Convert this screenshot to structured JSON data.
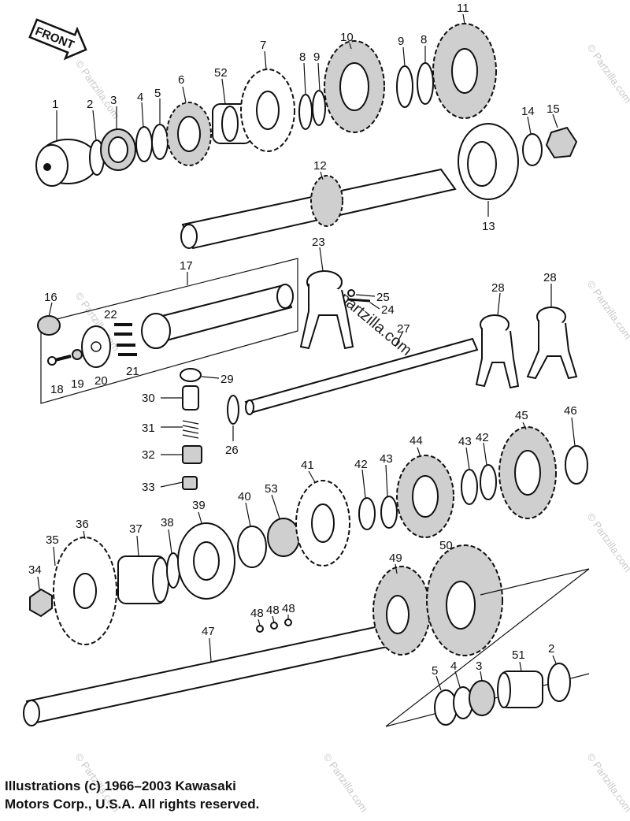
{
  "front_tag": "FRONT",
  "callouts": [
    {
      "id": "c1",
      "text": "1"
    },
    {
      "id": "c2",
      "text": "2"
    },
    {
      "id": "c3",
      "text": "3"
    },
    {
      "id": "c4",
      "text": "4"
    },
    {
      "id": "c5",
      "text": "5"
    },
    {
      "id": "c6",
      "text": "6"
    },
    {
      "id": "c52a",
      "text": "52"
    },
    {
      "id": "c7",
      "text": "7"
    },
    {
      "id": "c8a",
      "text": "8"
    },
    {
      "id": "c9a",
      "text": "9"
    },
    {
      "id": "c10",
      "text": "10"
    },
    {
      "id": "c9b",
      "text": "9"
    },
    {
      "id": "c8b",
      "text": "8"
    },
    {
      "id": "c11",
      "text": "11"
    },
    {
      "id": "c14",
      "text": "14"
    },
    {
      "id": "c15",
      "text": "15"
    },
    {
      "id": "c12",
      "text": "12"
    },
    {
      "id": "c13",
      "text": "13"
    },
    {
      "id": "c17",
      "text": "17"
    },
    {
      "id": "c16",
      "text": "16"
    },
    {
      "id": "c22",
      "text": "22"
    },
    {
      "id": "c21",
      "text": "21"
    },
    {
      "id": "c18",
      "text": "18"
    },
    {
      "id": "c19",
      "text": "19"
    },
    {
      "id": "c20",
      "text": "20"
    },
    {
      "id": "c23",
      "text": "23"
    },
    {
      "id": "c25",
      "text": "25"
    },
    {
      "id": "c24",
      "text": "24"
    },
    {
      "id": "c27",
      "text": "27"
    },
    {
      "id": "c28a",
      "text": "28"
    },
    {
      "id": "c28b",
      "text": "28"
    },
    {
      "id": "c29",
      "text": "29"
    },
    {
      "id": "c30",
      "text": "30"
    },
    {
      "id": "c26",
      "text": "26"
    },
    {
      "id": "c31",
      "text": "31"
    },
    {
      "id": "c32",
      "text": "32"
    },
    {
      "id": "c33",
      "text": "33"
    },
    {
      "id": "c45",
      "text": "45"
    },
    {
      "id": "c46",
      "text": "46"
    },
    {
      "id": "c44",
      "text": "44"
    },
    {
      "id": "c43a",
      "text": "43"
    },
    {
      "id": "c42a",
      "text": "42"
    },
    {
      "id": "c41",
      "text": "41"
    },
    {
      "id": "c42b",
      "text": "42"
    },
    {
      "id": "c43b",
      "text": "43"
    },
    {
      "id": "c40",
      "text": "40"
    },
    {
      "id": "c53",
      "text": "53"
    },
    {
      "id": "c39",
      "text": "39"
    },
    {
      "id": "c36",
      "text": "36"
    },
    {
      "id": "c37",
      "text": "37"
    },
    {
      "id": "c38",
      "text": "38"
    },
    {
      "id": "c35",
      "text": "35"
    },
    {
      "id": "c34",
      "text": "34"
    },
    {
      "id": "c49",
      "text": "49"
    },
    {
      "id": "c50",
      "text": "50"
    },
    {
      "id": "c48a",
      "text": "48"
    },
    {
      "id": "c48b",
      "text": "48"
    },
    {
      "id": "c48c",
      "text": "48"
    },
    {
      "id": "c47",
      "text": "47"
    },
    {
      "id": "c51",
      "text": "51"
    },
    {
      "id": "c2b",
      "text": "2"
    },
    {
      "id": "c5b",
      "text": "5"
    },
    {
      "id": "c4b",
      "text": "4"
    },
    {
      "id": "c3b",
      "text": "3"
    }
  ],
  "watermark": "© Partzilla.com",
  "watermark_center": "partzilla.com",
  "copyright_line1": "Illustrations (c) 1966–2003 Kawasaki",
  "copyright_line2": "Motors Corp., U.S.A.  All rights reserved."
}
